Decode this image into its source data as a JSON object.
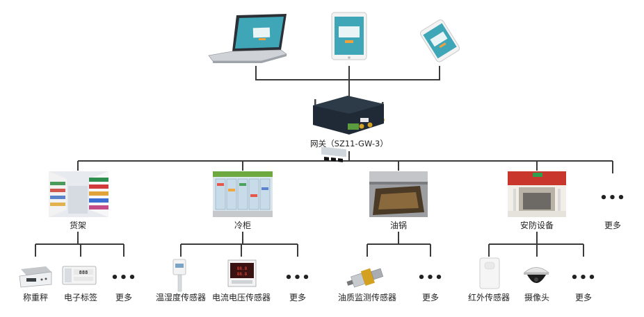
{
  "gateway": {
    "label": "网关（SZ11-GW-3）"
  },
  "categories": [
    {
      "label": "货架",
      "leaves": [
        "称重秤",
        "电子标签",
        "更多"
      ]
    },
    {
      "label": "冷柜",
      "leaves": [
        "温湿度传感器",
        "电流电压传感器",
        "更多"
      ]
    },
    {
      "label": "油锅",
      "leaves": [
        "油质监测传感器",
        "更多"
      ]
    },
    {
      "label": "安防设备",
      "leaves": [
        "红外传感器",
        "摄像头",
        "更多"
      ]
    },
    {
      "label": "更多"
    }
  ],
  "ellipsis": "•••",
  "colors": {
    "line": "#3a3a3a",
    "device_dark": "#1f2a36",
    "screen_teal": "#3fa6b8"
  },
  "icons": [
    "laptop-icon",
    "tablet-icon",
    "smartphone-icon",
    "gateway-device-icon",
    "shelf-photo",
    "freezer-photo",
    "fryer-photo",
    "security-gate-photo",
    "scale-icon",
    "electronic-label-icon",
    "humidity-sensor-icon",
    "power-meter-icon",
    "oil-sensor-icon",
    "infrared-sensor-icon",
    "dome-camera-icon"
  ]
}
